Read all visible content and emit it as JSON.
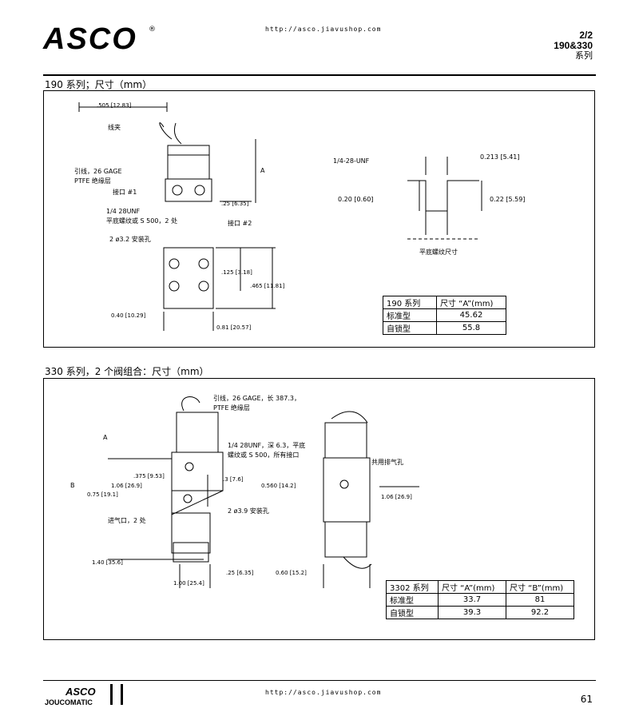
{
  "header": {
    "logo": "ASCO",
    "logo_mark": "®",
    "url": "http://asco.jiavushop.com",
    "series_line1": "2/2",
    "series_line2": "190&330",
    "series_line3": "系列"
  },
  "section1": {
    "title": "190 系列；尺寸（mm）",
    "labels": {
      "lead": "引线，26 GAGE",
      "insulation": "PTFE 绝缘层",
      "clamp": "线夹",
      "port1": "接口 #1",
      "port2": "接口 #2",
      "thread": "1/4 28UNF",
      "thread_note": "平底螺纹或 S 500，2 处",
      "mount": "2 ø3.2 安装孔",
      "dim_top": ".505 [12.83]",
      "dim_a": "A",
      "dim_25": ".25 [6.35]",
      "dim_1": ".125 [3.18]",
      "dim_2": ".465 [11.81]",
      "dim_40": "0.40 [10.29]",
      "dim_81": "0.81 [20.57]",
      "detail_thread": "1/4-28-UNF",
      "detail_213": "0.213 [5.41]",
      "detail_20": "0.20 [0.60]",
      "detail_22": "0.22 [5.59]",
      "detail_caption": "平底螺纹尺寸"
    },
    "table": {
      "headers": [
        "190 系列",
        "尺寸 “A”(mm)"
      ],
      "rows": [
        [
          "标准型",
          "45.62"
        ],
        [
          "自锁型",
          "55.8"
        ]
      ]
    }
  },
  "section2": {
    "title": "330 系列，2 个阀组合：尺寸（mm）",
    "labels": {
      "lead": "引线，26 GAGE，长 387.3，",
      "insulation": "PTFE 绝缘层",
      "thread": "1/4 28UNF，深 6.3，平底",
      "thread_note": "螺纹或 S 500，所有接口",
      "common_exhaust": "共用排气孔",
      "mount": "2 ø3.9 安装孔",
      "inlet": "进气口，2 处",
      "dim_a": "A",
      "dim_b": "B",
      "dim_375": ".375 [9.53]",
      "dim_560": "0.560 [14.2]",
      "dim_3": ".3 [7.6]",
      "dim_106": "1.06 [26.9]",
      "dim_p": "0.75 [19.1]",
      "dim_25": ".25 [6.35]",
      "dim_60": "0.60 [15.2]",
      "dim_left": "1.40 [35.6]",
      "dim_bot": "1.00 [25.4]",
      "dim_right": "1.06 [26.9]"
    },
    "table": {
      "headers": [
        "3302 系列",
        "尺寸 “A”(mm)",
        "尺寸 “B”(mm)"
      ],
      "rows": [
        [
          "标准型",
          "33.7",
          "81"
        ],
        [
          "自锁型",
          "39.3",
          "92.2"
        ]
      ]
    }
  },
  "footer": {
    "logo": "ASCO",
    "brand": "JOUCOMATIC",
    "url": "http://asco.jiavushop.com",
    "page": "61"
  }
}
